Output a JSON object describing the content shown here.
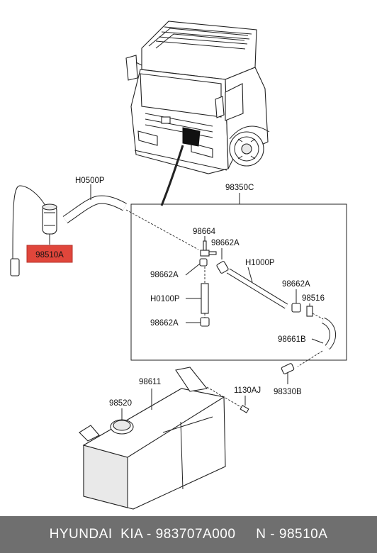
{
  "labels": {
    "h0500p": "H0500P",
    "p98350c": "98350C",
    "p98510a": "98510A",
    "p98664": "98664",
    "p98662a_1": "98662A",
    "p98662a_2": "98662A",
    "p98662a_3": "98662A",
    "p98662a_4": "98662A",
    "h1000p": "H1000P",
    "h0100p": "H0100P",
    "p98516": "98516",
    "p98661b": "98661B",
    "p98330b": "98330B",
    "p98611": "98611",
    "p98520": "98520",
    "p1130aj": "1130AJ"
  },
  "highlight_color": "#e0463b",
  "footer": {
    "text": "HYUNDAI  KIA - 983707A000     N - 98510A"
  }
}
